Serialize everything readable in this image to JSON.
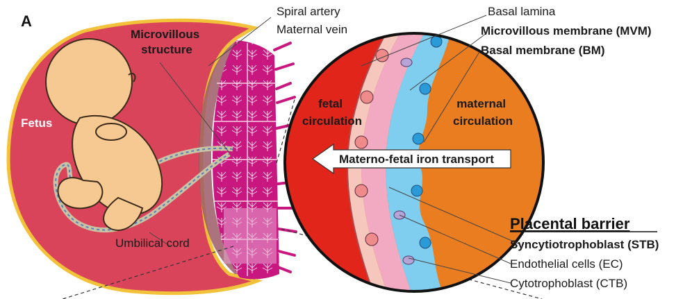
{
  "panel_label": "A",
  "left": {
    "fetus": "Fetus",
    "microvillous_line1": "Microvillous",
    "microvillous_line2": "structure",
    "umbilical_cord": "Umbilical cord",
    "spiral_artery": "Spiral artery",
    "maternal_vein": "Maternal vein"
  },
  "circle": {
    "fetal_line1": "fetal",
    "fetal_line2": "circulation",
    "maternal_line1": "maternal",
    "maternal_line2": "circulation",
    "transport_arrow": "Materno-fetal iron transport"
  },
  "right_labels": {
    "basal_lamina": "Basal lamina",
    "mvm": "Microvillous membrane (MVM)",
    "bm": "Basal membrane (BM)",
    "barrier_title": "Placental barrier",
    "stb": "Syncytiotrophoblast (STB)",
    "ec": "Endothelial cells (EC)",
    "ctb": "Cytotrophoblast (CTB)"
  },
  "colors": {
    "uterus_fill": "#d9445b",
    "uterus_border": "#f2c23b",
    "fetus_skin": "#f6c892",
    "placenta": "#c8187f",
    "fetal_blood": "#e1251b",
    "maternal_blood": "#ea7d1f",
    "stb_layer": "#f2a9c2",
    "mvm_layer": "#7fcdef",
    "cell_blue": "#2b9ad8",
    "cell_purple": "#b7a4d6"
  }
}
